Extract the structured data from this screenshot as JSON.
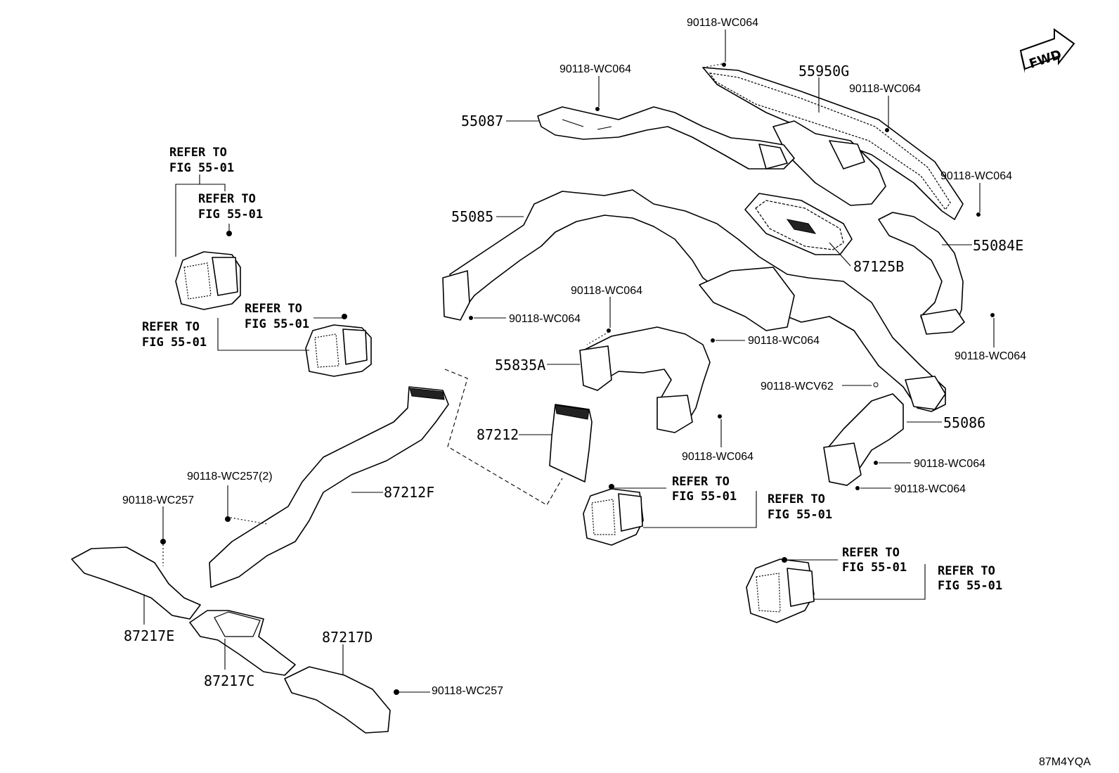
{
  "diagram": {
    "fwd_badge": "FWD",
    "image_code": "87M4YQA",
    "refer_line1": "REFER TO",
    "refer_line2": "FIG 55-01",
    "parts": {
      "p55950G": "55950G",
      "p55087": "55087",
      "p55085": "55085",
      "p55084E": "55084E",
      "p87125B": "87125B",
      "p55835A": "55835A",
      "p87212": "87212",
      "p87212F": "87212F",
      "p55086": "55086",
      "p87217E": "87217E",
      "p87217C": "87217C",
      "p87217D": "87217D"
    },
    "fasteners": {
      "wc064": "90118-WC064",
      "wcv62": "90118-WCV62",
      "wc257": "90118-WC257",
      "wc257_2": "90118-WC257(2)"
    }
  }
}
